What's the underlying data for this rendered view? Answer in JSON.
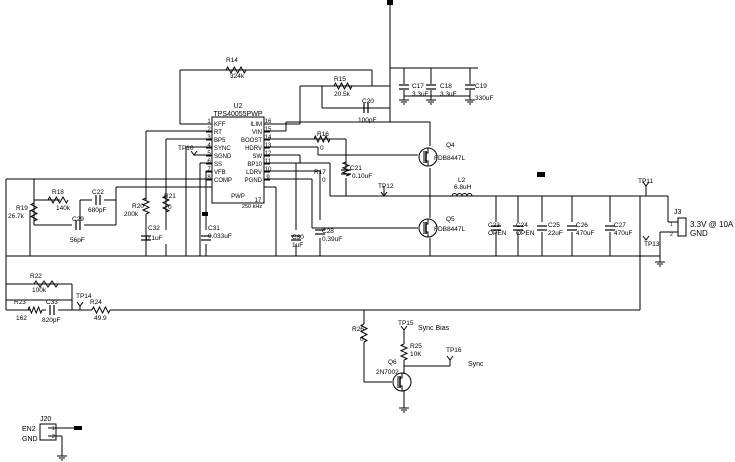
{
  "ic": {
    "ref": "U2",
    "part": "TPS40055PWP",
    "pins_left": [
      {
        "num": "1",
        "name": "KFF"
      },
      {
        "num": "2",
        "name": "RT"
      },
      {
        "num": "3",
        "name": "BP5"
      },
      {
        "num": "4",
        "name": "SYNC"
      },
      {
        "num": "5",
        "name": "SGND"
      },
      {
        "num": "6",
        "name": "SS"
      },
      {
        "num": "7",
        "name": "VFB"
      },
      {
        "num": "8",
        "name": "COMP"
      }
    ],
    "pins_right": [
      {
        "num": "16",
        "name": "ILIM"
      },
      {
        "num": "15",
        "name": "VIN"
      },
      {
        "num": "14",
        "name": "BOOST"
      },
      {
        "num": "13",
        "name": "HDRV"
      },
      {
        "num": "12",
        "name": "SW"
      },
      {
        "num": "11",
        "name": "BP10"
      },
      {
        "num": "10",
        "name": "LDRV"
      },
      {
        "num": "9",
        "name": "PGND"
      }
    ],
    "pwp_label": "PWP",
    "pwp_num": "17",
    "freq": "250 kHz"
  },
  "resistors": [
    {
      "ref": "R14",
      "val": "324k"
    },
    {
      "ref": "R15",
      "val": "20.5k"
    },
    {
      "ref": "R16",
      "val": "0"
    },
    {
      "ref": "R17",
      "val": "0"
    },
    {
      "ref": "R18",
      "val": "140k"
    },
    {
      "ref": "R19",
      "val": "26.7k"
    },
    {
      "ref": "R20",
      "val": "200k"
    },
    {
      "ref": "R21",
      "val": "0"
    },
    {
      "ref": "R22",
      "val": "100k"
    },
    {
      "ref": "R23",
      "val": "162"
    },
    {
      "ref": "R24",
      "val": "49.9"
    },
    {
      "ref": "R26",
      "val": "0"
    },
    {
      "ref": "R25",
      "val": "10K"
    }
  ],
  "capacitors": [
    {
      "ref": "C17",
      "val": "3.3uF"
    },
    {
      "ref": "C18",
      "val": "3.3uF"
    },
    {
      "ref": "C19",
      "val": "330uF"
    },
    {
      "ref": "C20",
      "val": "100pF"
    },
    {
      "ref": "C21",
      "val": "0.10uF"
    },
    {
      "ref": "C22",
      "val": "680pF"
    },
    {
      "ref": "C29",
      "val": "56pF"
    },
    {
      "ref": "C32",
      "val": "0.1uF"
    },
    {
      "ref": "C31",
      "val": "0.033uF"
    },
    {
      "ref": "C30",
      "val": "1uF"
    },
    {
      "ref": "C28",
      "val": "0.39uF"
    },
    {
      "ref": "C23",
      "val": "OPEN"
    },
    {
      "ref": "C24",
      "val": "OPEN"
    },
    {
      "ref": "C25",
      "val": "22uF"
    },
    {
      "ref": "C26",
      "val": "470uF"
    },
    {
      "ref": "C27",
      "val": "470uF"
    },
    {
      "ref": "C33",
      "val": "820pF"
    }
  ],
  "inductor": {
    "ref": "L2",
    "val": "6.8uH"
  },
  "fets": [
    {
      "ref": "Q4",
      "part": "FDB8447L"
    },
    {
      "ref": "Q5",
      "part": "FDB8447L"
    },
    {
      "ref": "Q6",
      "part": "2N7002"
    }
  ],
  "testpoints": [
    "TP10",
    "TP11",
    "TP12",
    "TP13",
    "TP14",
    "TP15",
    "TP16"
  ],
  "net_labels": {
    "sync_bias": "Sync Bias",
    "sync": "Sync"
  },
  "output_connector": {
    "ref": "J3",
    "pin1": "1",
    "pin2": "2",
    "label_out": "3.3V @ 10A",
    "label_gnd": "GND"
  },
  "enable_connector": {
    "ref": "J20",
    "pin1": "EN2",
    "pin2": "GND",
    "num1": "1",
    "num2": "2"
  }
}
